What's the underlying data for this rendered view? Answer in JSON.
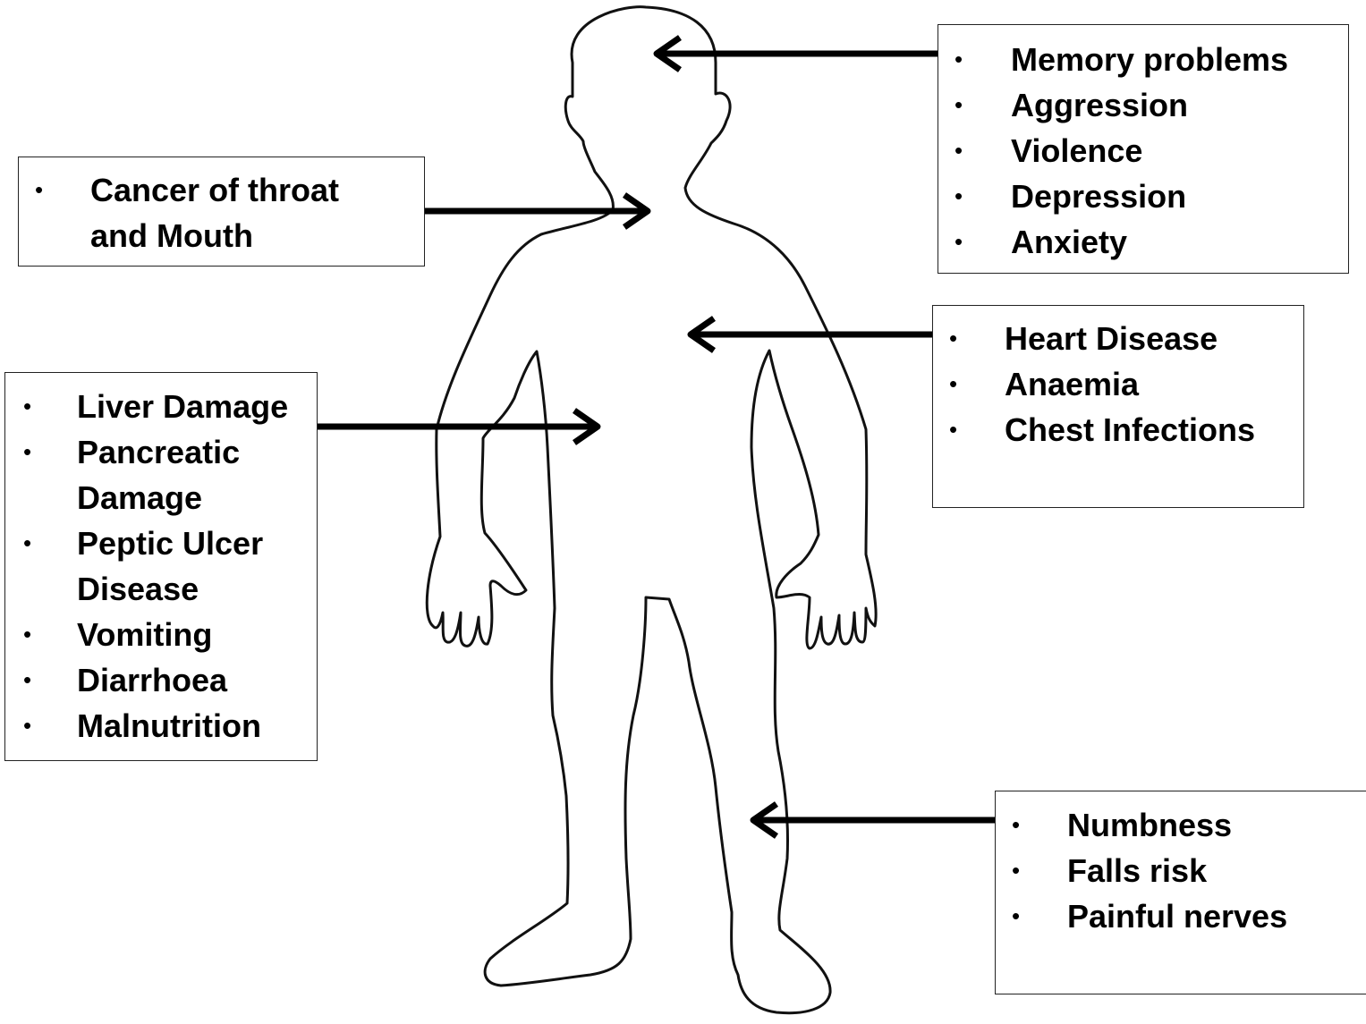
{
  "boxes": {
    "brain": {
      "items": [
        "Memory problems",
        "Aggression",
        "Violence",
        "Depression",
        "Anxiety"
      ]
    },
    "throat": {
      "items": [
        "Cancer of throat and Mouth"
      ]
    },
    "heart": {
      "items": [
        "Heart Disease",
        "Anaemia",
        "Chest Infections"
      ]
    },
    "gut": {
      "items": [
        "Liver Damage",
        "Pancreatic Damage",
        "Peptic Ulcer Disease",
        "Vomiting",
        "Diarrhoea",
        "Malnutrition"
      ]
    },
    "nerves": {
      "items": [
        "Numbness",
        "Falls risk",
        "Painful nerves"
      ]
    }
  },
  "colors": {
    "outline": "#111111",
    "arrow": "#000000",
    "box_border": "#222222"
  }
}
